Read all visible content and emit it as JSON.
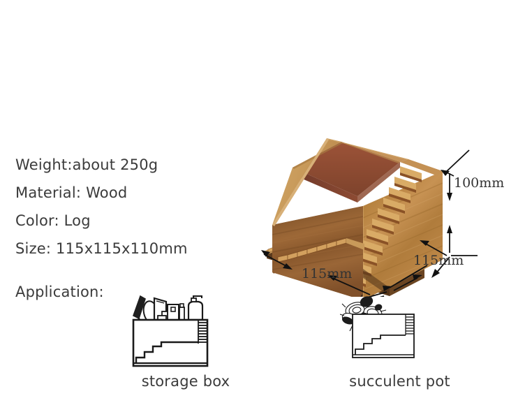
{
  "background_color": "#ffffff",
  "specs": {
    "items": [
      {
        "label": "Weight:about 250g",
        "name": "spec-weight"
      },
      {
        "label": "Material: Wood",
        "name": "spec-material"
      },
      {
        "label": "Color: Log",
        "name": "spec-color"
      },
      {
        "label": "Size: 115x115x110mm",
        "name": "spec-size"
      }
    ],
    "application_label": "Application:"
  },
  "applications": [
    {
      "caption": "storage box",
      "icon": "storage-box-icon"
    },
    {
      "caption": "succulent pot",
      "icon": "succulent-pot-icon"
    }
  ],
  "product": {
    "icon": "wooden-stair-box-photo",
    "dimensions": {
      "height": "100mm",
      "width": "115mm",
      "depth": "115mm"
    },
    "colors": {
      "rim_light": "#c89a5a",
      "front_panel": "#8a5a2e",
      "right_panel": "#c08a4a",
      "interior": "#8b4a33",
      "stair_light": "#d8a863",
      "stair_shadow": "#7a4420",
      "base_dark": "#6e4423"
    }
  },
  "line_art": {
    "stroke_color": "#1a1a1a",
    "dimension_arrow_color": "#111111"
  }
}
